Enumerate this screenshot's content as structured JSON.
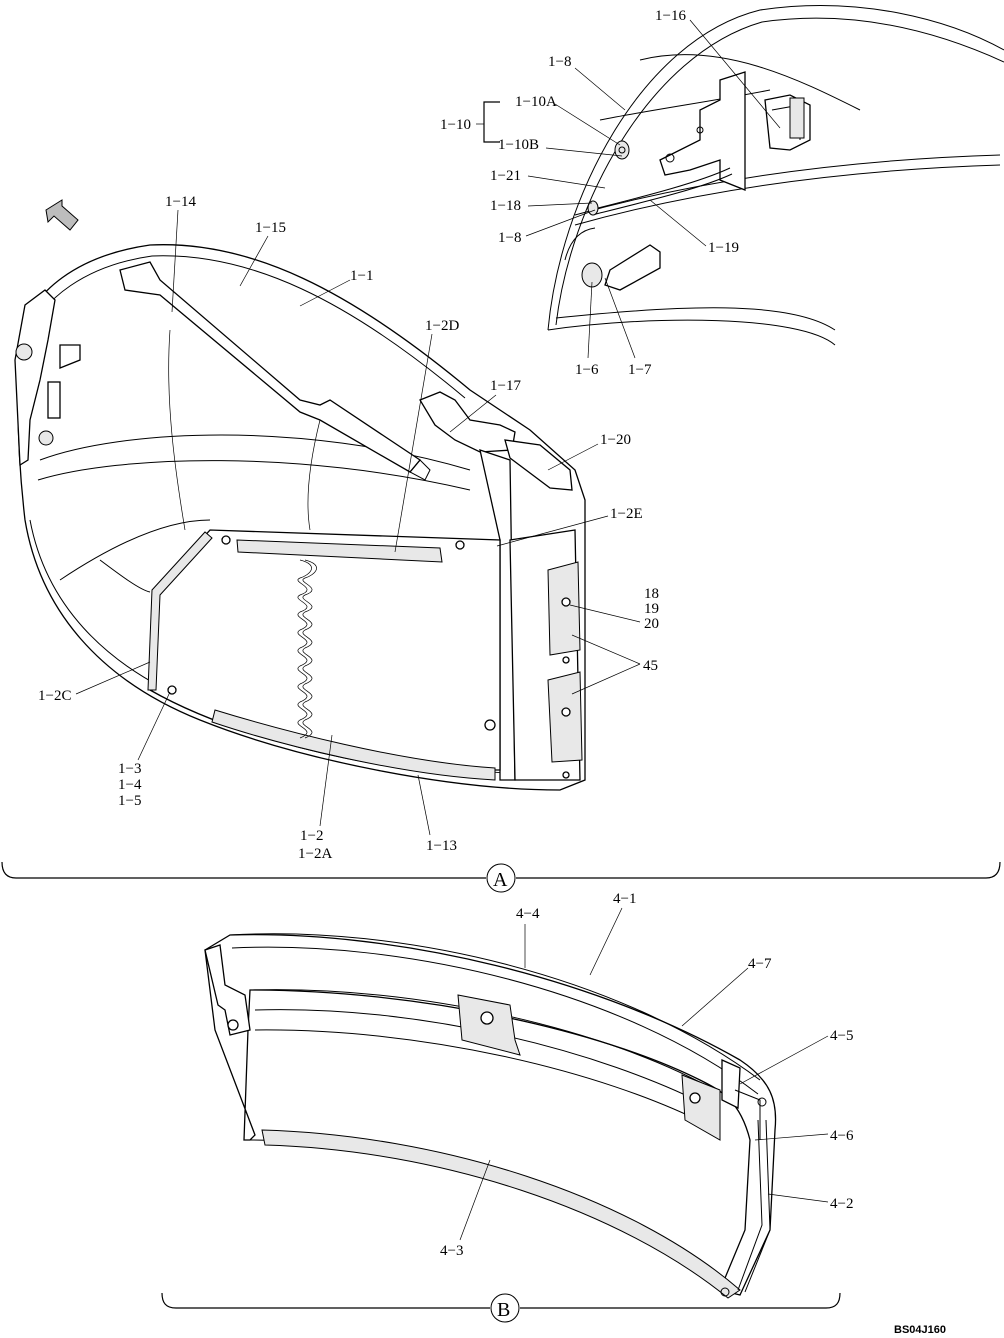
{
  "view_a": {
    "circle_label": "A",
    "callouts": {
      "c1_16": "1−16",
      "c1_8_top": "1−8",
      "c1_10A": "1−10A",
      "c1_10": "1−10",
      "c1_10B": "1−10B",
      "c1_21": "1−21",
      "c1_18": "1−18",
      "c1_8_bot": "1−8",
      "c1_19": "1−19",
      "c1_6": "1−6",
      "c1_7": "1−7",
      "c1_14": "1−14",
      "c1_15": "1−15",
      "c1_1": "1−1",
      "c1_2D": "1−2D",
      "c1_17": "1−17",
      "c1_20": "1−20",
      "c1_2E": "1−2E",
      "c18": "18",
      "c19": "19",
      "c20": "20",
      "c45": "45",
      "c1_2C": "1−2C",
      "c1_3": "1−3",
      "c1_4": "1−4",
      "c1_5": "1−5",
      "c1_2": "1−2",
      "c1_2A": "1−2A",
      "c1_13": "1−13"
    }
  },
  "view_b": {
    "circle_label": "B",
    "callouts": {
      "c4_1": "4−1",
      "c4_4": "4−4",
      "c4_7": "4−7",
      "c4_5": "4−5",
      "c4_6": "4−6",
      "c4_2": "4−2",
      "c4_3": "4−3"
    }
  },
  "drawing_ref": "BS04J160"
}
